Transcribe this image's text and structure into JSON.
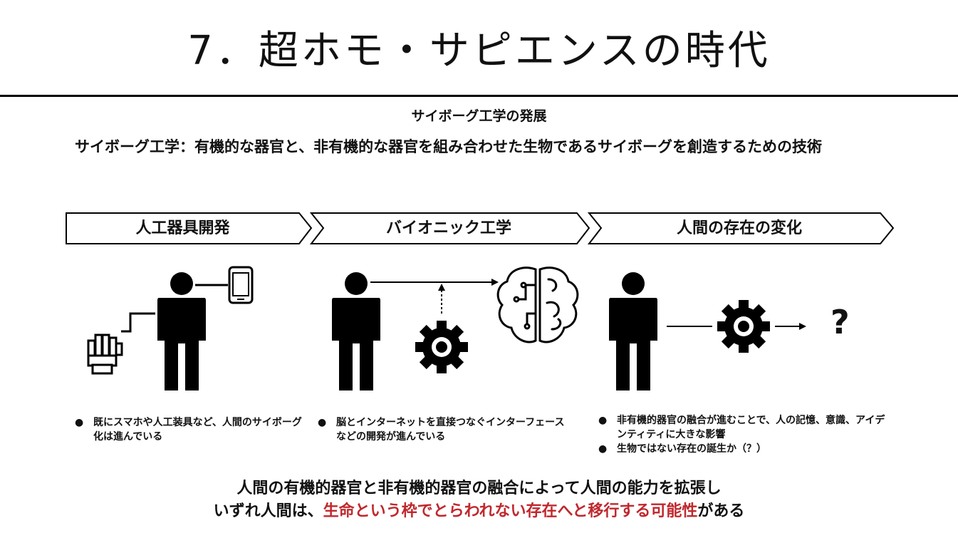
{
  "title": "7．超ホモ・サピエンスの時代",
  "section_heading": "サイボーグ工学の発展",
  "definition": "サイボーグ工学：有機的な器官と、非有機的な器官を組み合わせた生物であるサイボーグを創造するための技術",
  "stages": [
    {
      "label": "人工器具開発",
      "bullets": [
        "既にスマホや人工装具など、人間のサイボーグ化は進んでいる"
      ]
    },
    {
      "label": "バイオニック工学",
      "bullets": [
        "脳とインターネットを直接つなぐインターフェースなどの開発が進んでいる"
      ]
    },
    {
      "label": "人間の存在の変化",
      "bullets": [
        "非有機的器官の融合が進むことで、人の記憶、意識、アイデンティティに大きな影響",
        "生物ではない存在の誕生か（？）"
      ]
    }
  ],
  "question_mark": "?",
  "bullet_symbol": "●",
  "conclusion": {
    "line1": "人間の有機的器官と非有機的器官の融合によって人間の能力を拡張し",
    "line2_prefix": "いずれ人間は、",
    "line2_highlight": "生命という枠でとらわれない存在へと移行する可能性",
    "line2_suffix": "がある"
  },
  "colors": {
    "highlight": "#c0282d",
    "ink": "#111111"
  },
  "icons": [
    "person-icon",
    "smartphone-icon",
    "robotic-hand-icon",
    "gear-icon",
    "brain-circuit-icon",
    "arrow-icon"
  ]
}
